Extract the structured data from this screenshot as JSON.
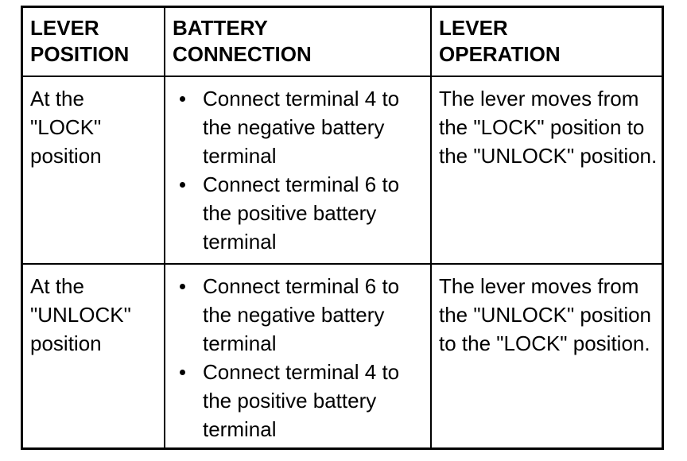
{
  "table": {
    "headers": [
      {
        "label": "LEVER\nPOSITION"
      },
      {
        "label": "BATTERY\nCONNECTION"
      },
      {
        "label": "LEVER\nOPERATION"
      }
    ],
    "rows": [
      {
        "lever_position": "At the\n\"LOCK\"\nposition",
        "battery_connection": [
          "Connect terminal 4 to the negative battery terminal",
          "Connect terminal 6 to the positive battery terminal"
        ],
        "lever_operation": "The lever moves from the \"LOCK\" position to the \"UNLOCK\" position."
      },
      {
        "lever_position": "At the\n\"UNLOCK\"\nposition",
        "battery_connection": [
          "Connect terminal 6 to the negative battery terminal",
          "Connect terminal 4 to the positive battery terminal"
        ],
        "lever_operation": "The lever moves from the \"UNLOCK\" position to the \"LOCK\" position."
      }
    ]
  },
  "colors": {
    "border": "#000000",
    "text": "#000000",
    "background": "#ffffff"
  }
}
